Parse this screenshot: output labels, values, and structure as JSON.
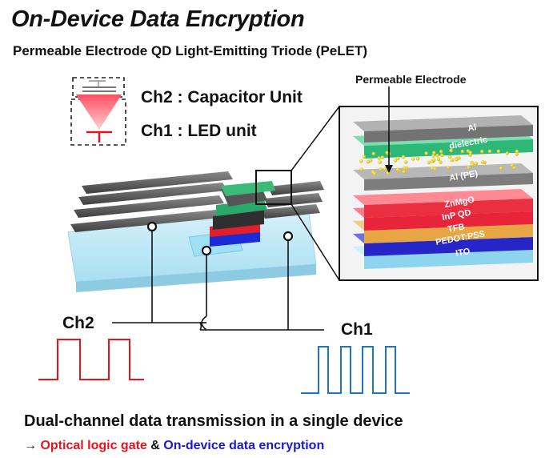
{
  "title": "On-Device Data Encryption",
  "subtitle": "Permeable Electrode QD Light-Emitting Triode (PeLET)",
  "legend": {
    "ch2": "Ch2 : Capacitor Unit",
    "ch1": "Ch1 : LED unit"
  },
  "callout": "Permeable Electrode",
  "layers": [
    "Al",
    "dielectric",
    "Al (PE)",
    "ZnMgO",
    "InP QD",
    "TFB",
    "PEDOT:PSS",
    "ITO"
  ],
  "channels": {
    "ch2": "Ch2",
    "ch1": "Ch1"
  },
  "bottom": {
    "line1": "Dual-channel data transmission in a single device",
    "arrow": "→",
    "red": "Optical logic gate",
    "amp": "&",
    "blue": "On-device data encryption"
  },
  "colors": {
    "ch2_wave": "#e8141c",
    "ch1_wave": "#1f74c8",
    "red_text": "#e8141c",
    "blue_text": "#1a1acb"
  }
}
